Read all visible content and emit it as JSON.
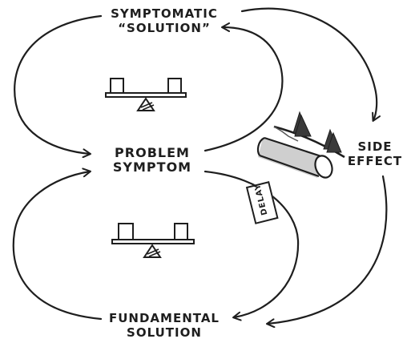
{
  "nodes": {
    "symptomatic_solution": [
      "SYMPTOMATIC",
      "“SOLUTION”"
    ],
    "problem_symptom": [
      "PROBLEM",
      "SYMPTOM"
    ],
    "fundamental_solution": [
      "FUNDAMENTAL",
      "SOLUTION"
    ],
    "side_effect": [
      "SIDE",
      "EFFECT"
    ]
  },
  "delay_label": "DELAY",
  "colors": {
    "ink": "#1e1e1e",
    "background": "#ffffff",
    "pipe_shadow": "#cfcfcf",
    "tree": "#3a3a3a"
  },
  "icons": [
    "balance-seesaw-icon",
    "balance-seesaw-icon",
    "pipe-icon",
    "tree-icon"
  ]
}
